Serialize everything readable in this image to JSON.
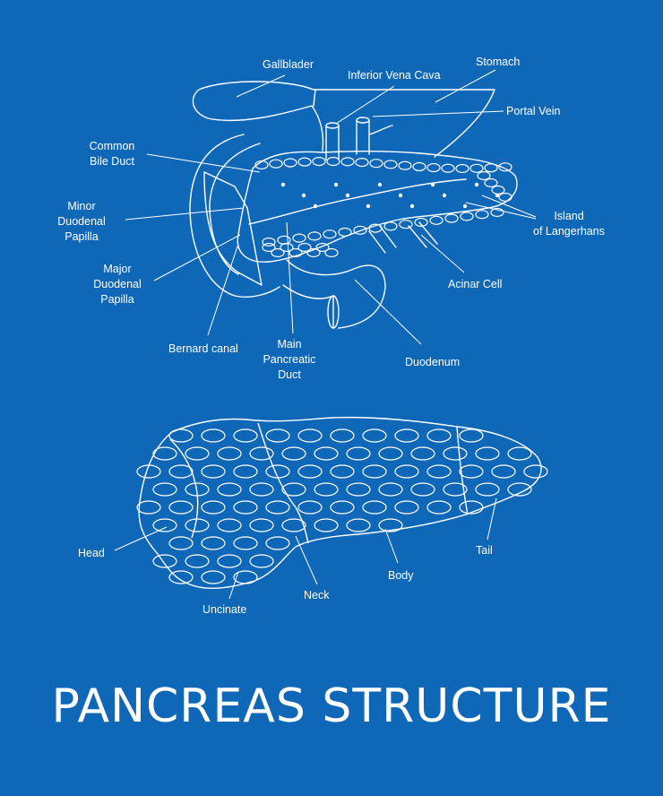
{
  "title": "PANCREAS STRUCTURE",
  "colors": {
    "background": "#0f67b7",
    "line": "#ffffff"
  },
  "top_diagram": {
    "labels": {
      "gallbladder": "Gallblader",
      "inferior_vena_cava": "Inferior Vena Cava",
      "stomach": "Stomach",
      "portal_vein": "Portal Vein",
      "common_bile_duct": "Common\nBile Duct",
      "minor_duodenal_papilla": "Minor\nDuodenal\nPapilla",
      "island_of_langerhans": "Island\nof Langerhans",
      "major_duodenal_papilla": "Major\nDuodenal\nPapilla",
      "acinar_cell": "Acinar Cell",
      "bernard_canal": "Bernard canal",
      "main_pancreatic_duct": "Main\nPancreatic\nDuct",
      "duodenum": "Duodenum"
    }
  },
  "bottom_diagram": {
    "labels": {
      "head": "Head",
      "tail": "Tail",
      "body": "Body",
      "neck": "Neck",
      "uncinate": "Uncinate"
    }
  }
}
